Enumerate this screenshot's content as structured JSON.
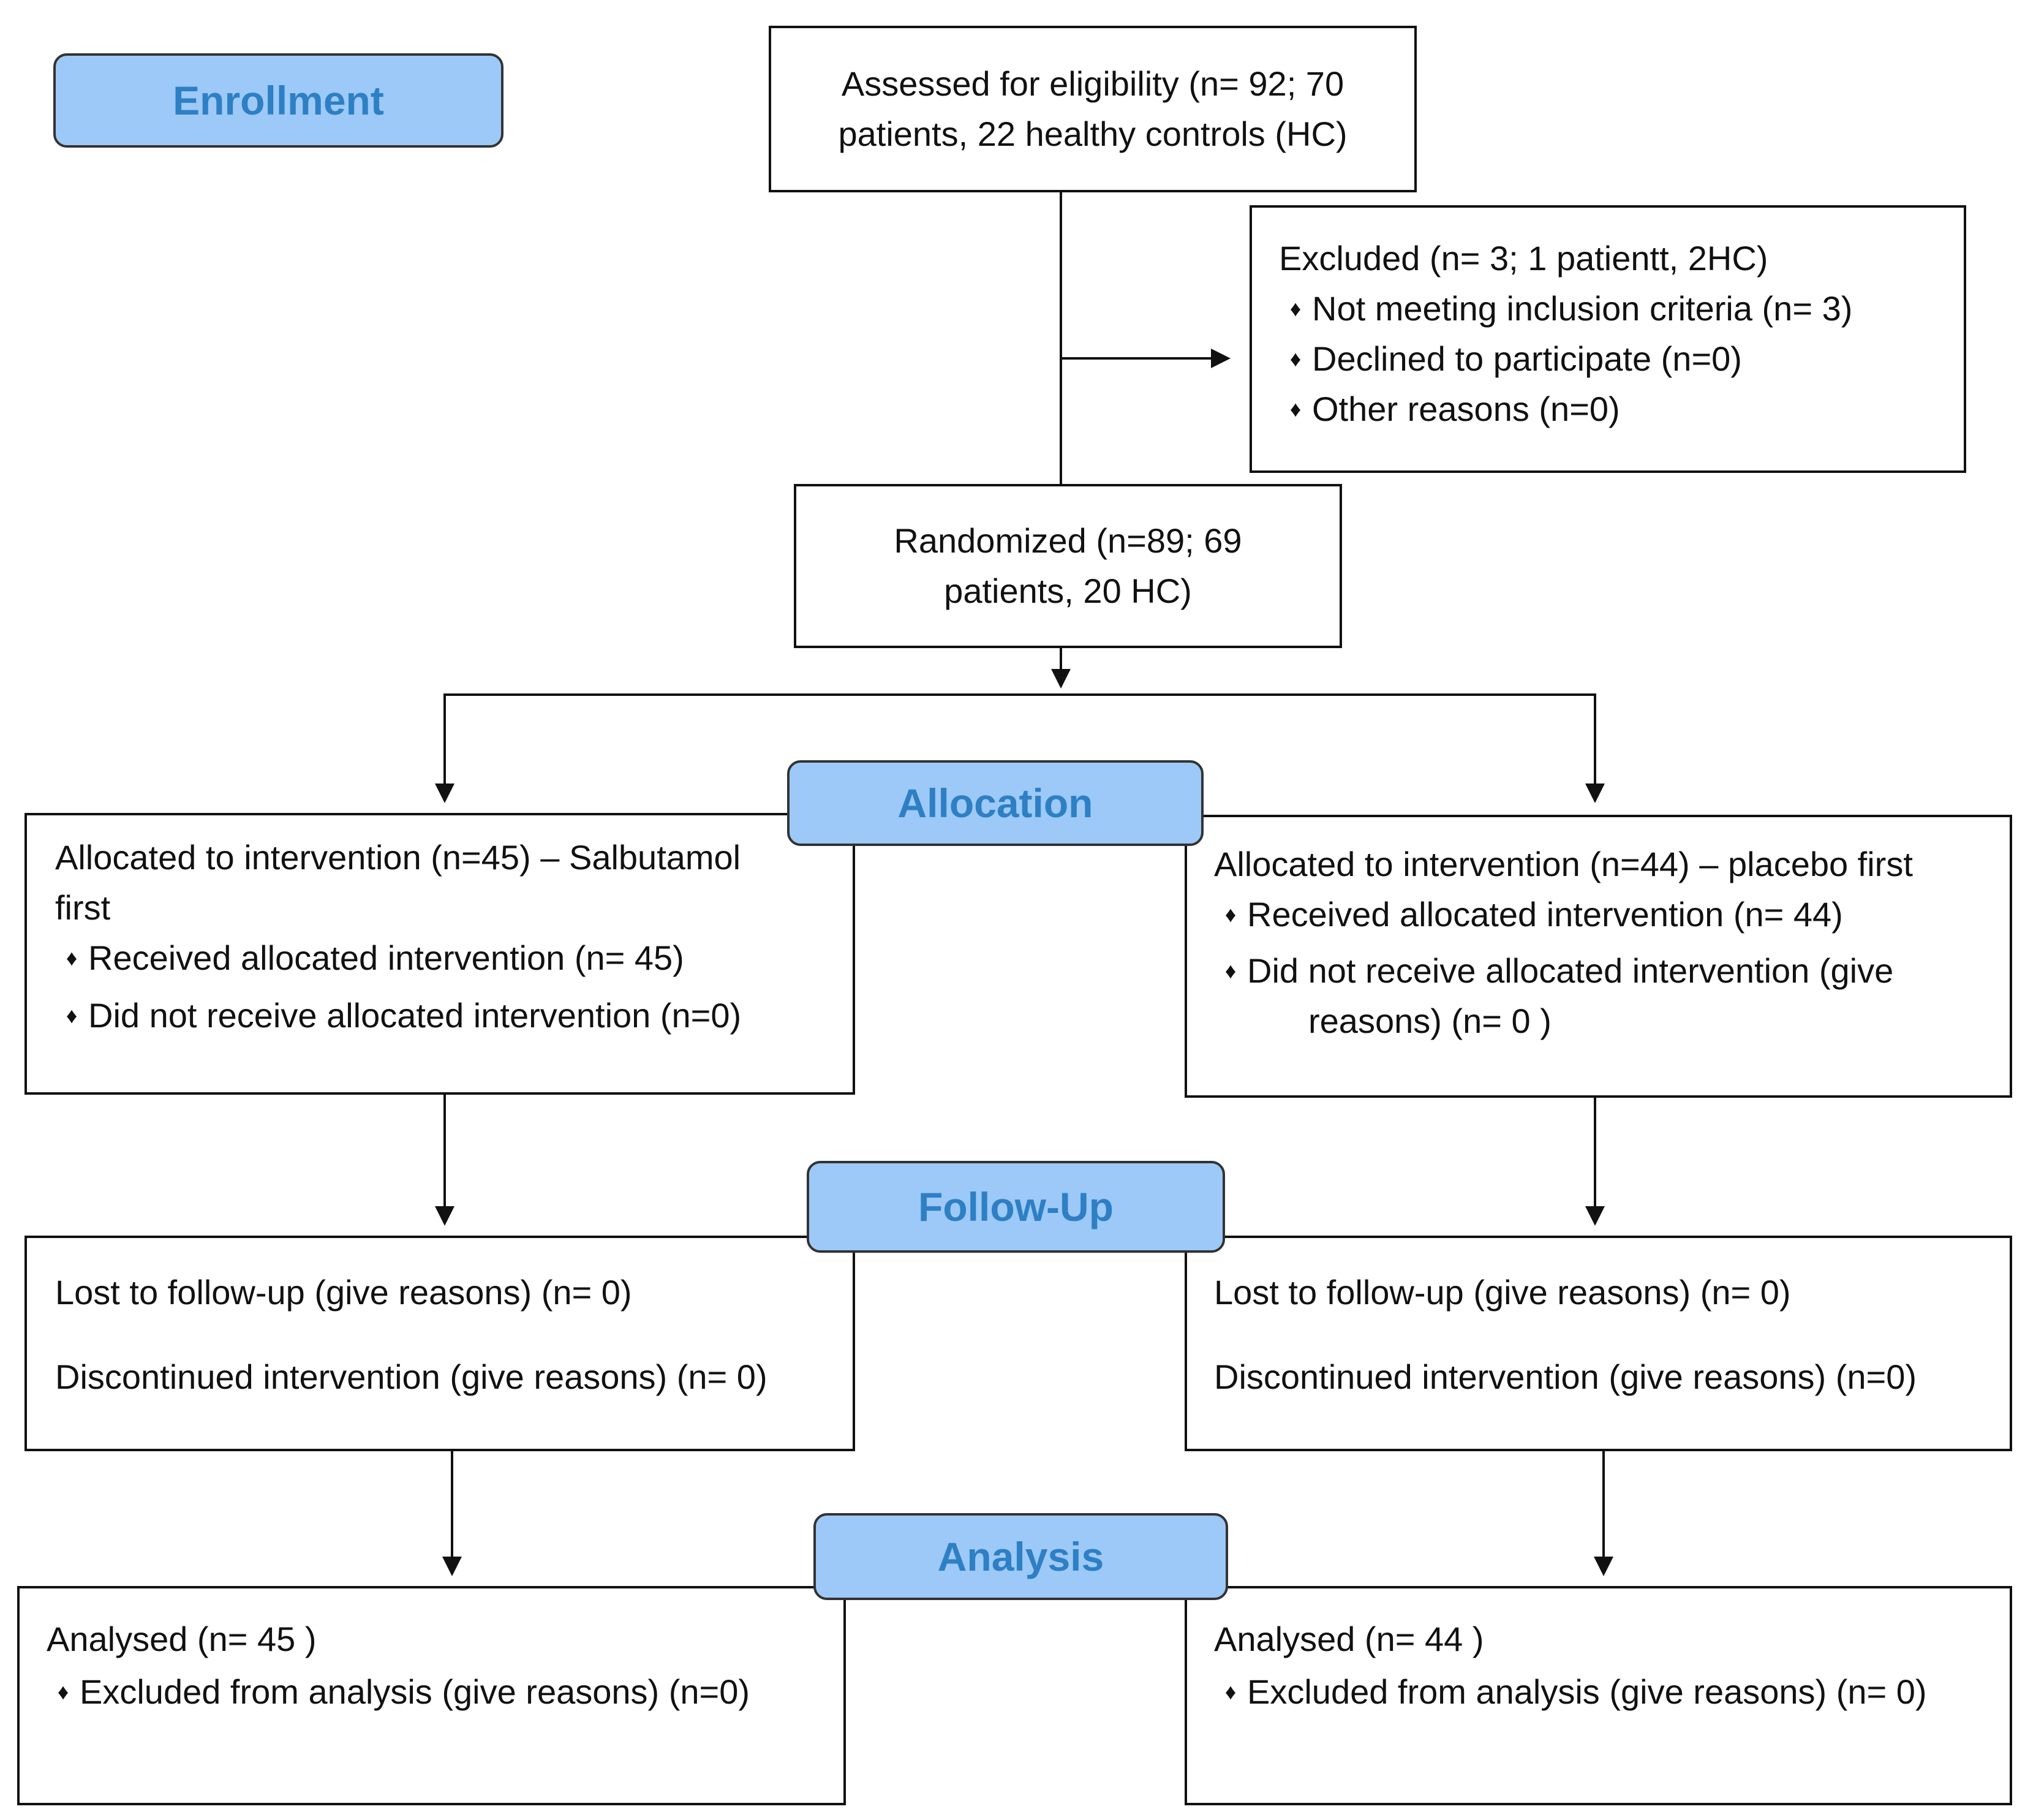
{
  "colors": {
    "stage_fill": "#9cc9f7",
    "stage_text": "#2e7fc4",
    "box_border": "#111111",
    "connector": "#111111"
  },
  "stages": {
    "enrollment": "Enrollment",
    "allocation": "Allocation",
    "follow_up": "Follow-Up",
    "analysis": "Analysis"
  },
  "assessed": {
    "line1": "Assessed for eligibility (n= 92; 70",
    "line2": "patients, 22 healthy controls (HC)"
  },
  "excluded": {
    "title": "Excluded  (n= 3; 1 patientt, 2HC)",
    "items": [
      "Not meeting inclusion criteria (n= 3)",
      "Declined to participate (n=0)",
      "Other reasons (n=0)"
    ]
  },
  "randomized": {
    "line1": "Randomized (n=89; 69",
    "line2": "patients, 20 HC)"
  },
  "allocation_left": {
    "line1": "Allocated to intervention (n=45) – Salbutamol",
    "line2": "first",
    "items": [
      "Received allocated intervention (n= 45)",
      "Did not receive allocated intervention (n=0)"
    ]
  },
  "allocation_right": {
    "title": "Allocated to intervention (n=44) – placebo first",
    "item1": "Received allocated intervention (n= 44)",
    "item2_line1": "Did not receive allocated intervention (give",
    "item2_line2": "reasons) (n= 0 )"
  },
  "followup_left": {
    "lost": "Lost to follow-up (give reasons) (n= 0)",
    "discontinued": "Discontinued intervention (give reasons) (n= 0)"
  },
  "followup_right": {
    "lost": "Lost to follow-up (give reasons) (n= 0)",
    "discontinued": "Discontinued intervention (give reasons) (n=0)"
  },
  "analysis_left": {
    "title": "Analysed  (n= 45 )",
    "item": "Excluded from analysis (give reasons) (n=0)"
  },
  "analysis_right": {
    "title": "Analysed  (n= 44 )",
    "item": "Excluded from analysis (give reasons) (n= 0)"
  }
}
